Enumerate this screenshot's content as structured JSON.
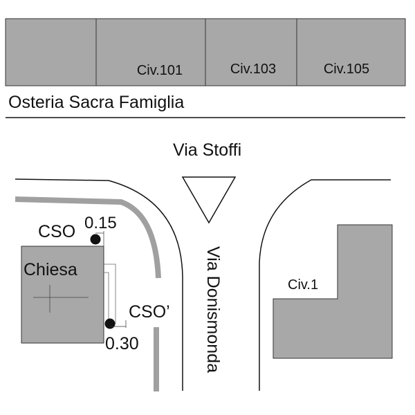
{
  "buildings_top": [
    "",
    "Civ.101",
    "Civ.103",
    "Civ.105"
  ],
  "osteria_label": "Osteria Sacra Famiglia",
  "street_top": "Via Stoffi",
  "street_vertical": "Via Donismonda",
  "church_label": "Chiesa",
  "cso_label": "CSO",
  "cso_distance": "0.15",
  "cso_prime_label": "CSO’",
  "cso_prime_distance": "0.30",
  "civ1_label": "Civ.1",
  "colors": {
    "building": "#a8a8a8",
    "line": "#111111"
  }
}
